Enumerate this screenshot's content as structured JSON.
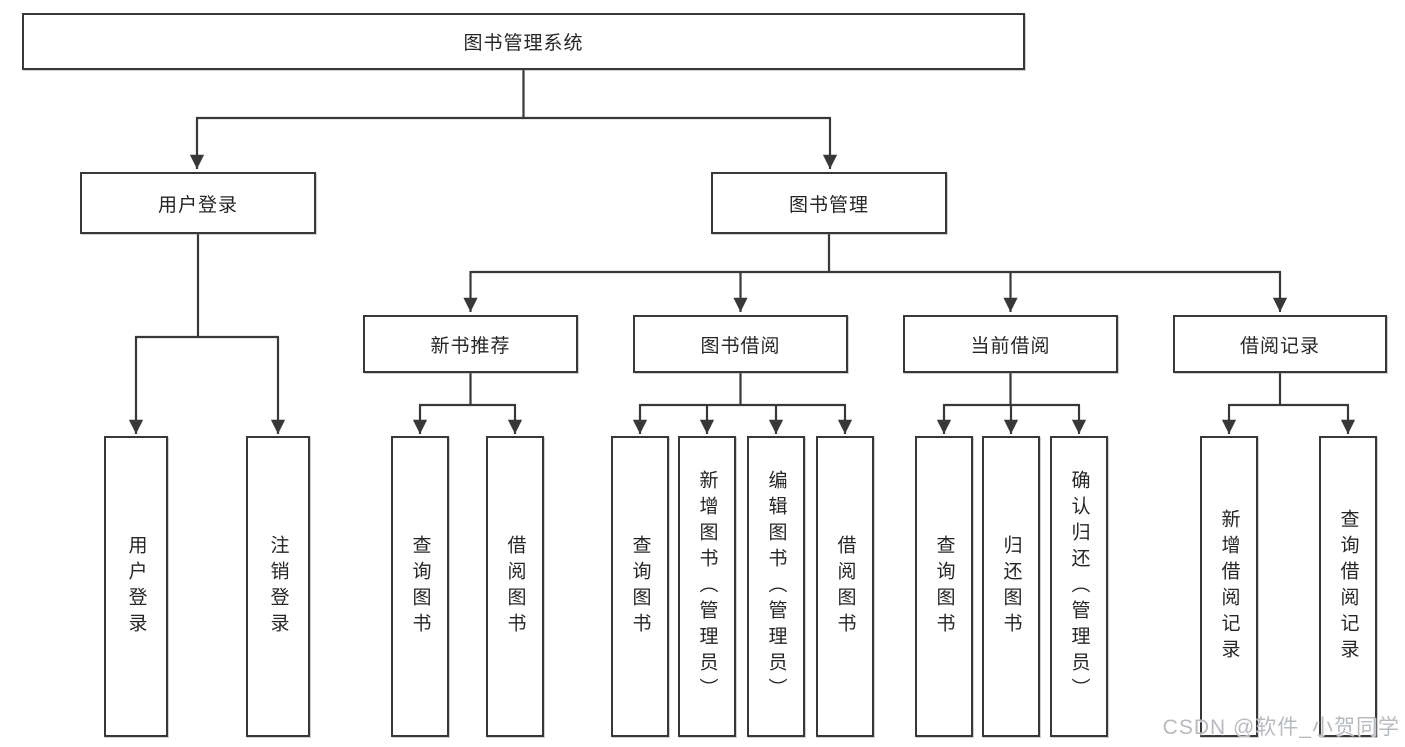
{
  "tree": {
    "root": {
      "label": "图书管理系统"
    },
    "branches": [
      {
        "label": "用户登录",
        "children": [
          {
            "label": "用户登录"
          },
          {
            "label": "注销登录"
          }
        ]
      },
      {
        "label": "图书管理",
        "children": [
          {
            "label": "新书推荐",
            "children": [
              {
                "label": "查询图书"
              },
              {
                "label": "借阅图书"
              }
            ]
          },
          {
            "label": "图书借阅",
            "children": [
              {
                "label": "查询图书"
              },
              {
                "label": "新增图书（管理员）"
              },
              {
                "label": "编辑图书（管理员）"
              },
              {
                "label": "借阅图书"
              }
            ]
          },
          {
            "label": "当前借阅",
            "children": [
              {
                "label": "查询图书"
              },
              {
                "label": "归还图书"
              },
              {
                "label": "确认归还（管理员）"
              }
            ]
          },
          {
            "label": "借阅记录",
            "children": [
              {
                "label": "新增借阅记录"
              },
              {
                "label": "查询借阅记录"
              }
            ]
          }
        ]
      }
    ]
  },
  "watermark": {
    "text": "CSDN @软件_小贺同学"
  },
  "colors": {
    "line": "#383838",
    "border": "#383838",
    "text": "#262626",
    "watermark": "#b7bbbf"
  }
}
